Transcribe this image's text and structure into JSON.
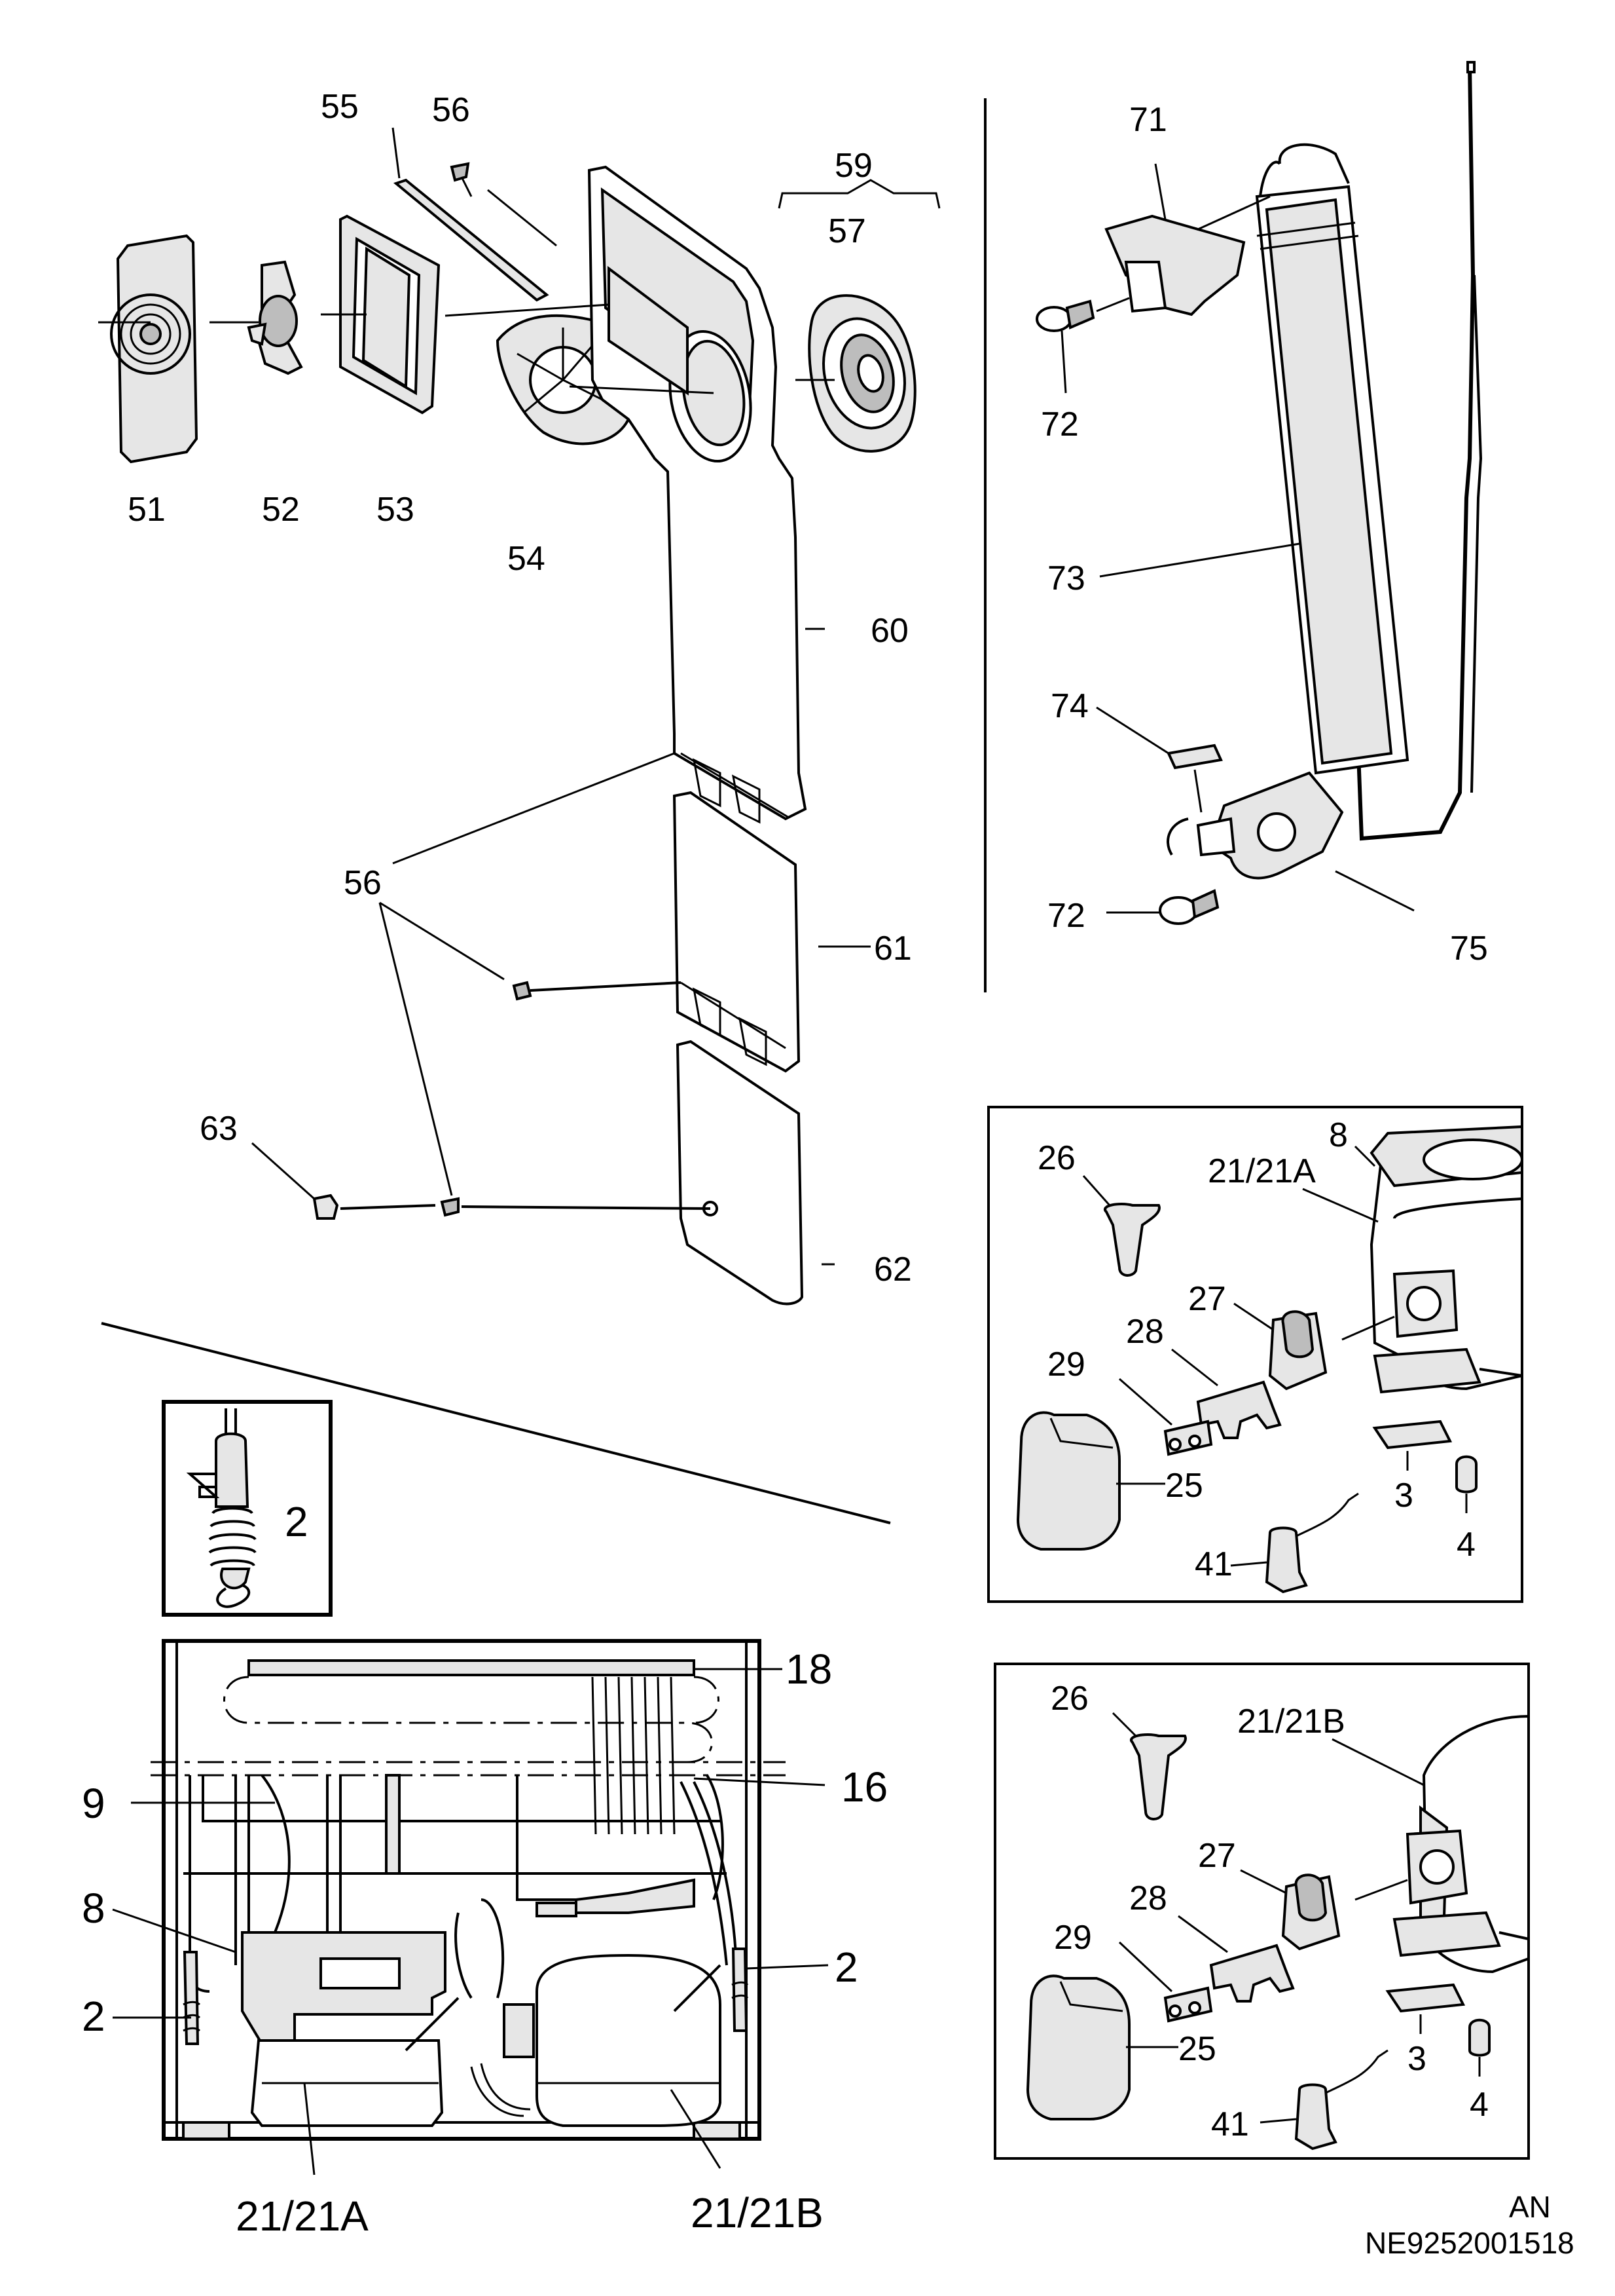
{
  "labels": {
    "p51": "51",
    "p52": "52",
    "p53": "53",
    "p54": "54",
    "p55": "55",
    "p56a": "56",
    "p56b": "56",
    "p57": "57",
    "p59": "59",
    "p60": "60",
    "p61": "61",
    "p62": "62",
    "p63": "63",
    "p71": "71",
    "p72a": "72",
    "p72b": "72",
    "p73": "73",
    "p74": "74",
    "p75": "75",
    "a8": "8",
    "a21": "21/21A",
    "a26": "26",
    "a27": "27",
    "a28": "28",
    "a29": "29",
    "a25": "25",
    "a3": "3",
    "a4": "4",
    "a41": "41",
    "b21": "21/21B",
    "b26": "26",
    "b27": "27",
    "b28": "28",
    "b29": "29",
    "b25": "25",
    "b3": "3",
    "b4": "4",
    "b41": "41",
    "inset2": "2",
    "c18": "18",
    "c16": "16",
    "c9": "9",
    "c8": "8",
    "c2l": "2",
    "c2r": "2",
    "c21a": "21/21A",
    "c21b": "21/21B"
  },
  "footer": {
    "lang": "AN",
    "code": "NE9252001518"
  }
}
